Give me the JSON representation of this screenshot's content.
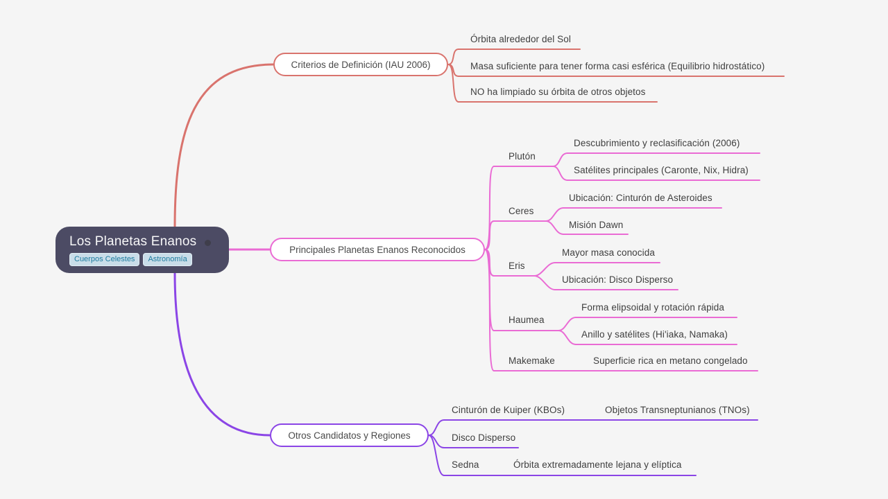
{
  "colors": {
    "background": "#f5f5f5",
    "root_bg": "#4c4b64",
    "coral": "#d9736d",
    "pink": "#ea6bd4",
    "purple": "#8b45e6",
    "tag_bg": "#c9dde9",
    "tag_text": "#1a7a9e",
    "text": "#3e3e3e"
  },
  "root": {
    "title": "Los Planetas Enanos",
    "tags": [
      "Cuerpos Celestes",
      "Astronomía"
    ]
  },
  "branches": [
    {
      "label": "Criterios de Definición (IAU 2006)",
      "children": [
        {
          "text": "Órbita alrededor del Sol"
        },
        {
          "text": "Masa suficiente para tener forma casi esférica (Equilibrio hidrostático)"
        },
        {
          "text": "NO ha limpiado su órbita de otros objetos"
        }
      ]
    },
    {
      "label": "Principales Planetas Enanos Reconocidos",
      "children": [
        {
          "label": "Plutón",
          "children": [
            {
              "text": "Descubrimiento y reclasificación (2006)"
            },
            {
              "text": "Satélites principales (Caronte, Nix, Hidra)"
            }
          ]
        },
        {
          "label": "Ceres",
          "children": [
            {
              "text": "Ubicación: Cinturón de Asteroides"
            },
            {
              "text": "Misión Dawn"
            }
          ]
        },
        {
          "label": "Eris",
          "children": [
            {
              "text": "Mayor masa conocida"
            },
            {
              "text": "Ubicación: Disco Disperso"
            }
          ]
        },
        {
          "label": "Haumea",
          "children": [
            {
              "text": "Forma elipsoidal y rotación rápida"
            },
            {
              "text": "Anillo y satélites (Hi'iaka, Namaka)"
            }
          ]
        },
        {
          "label": "Makemake",
          "children": [
            {
              "text": "Superficie rica en metano congelado"
            }
          ]
        }
      ]
    },
    {
      "label": "Otros Candidatos y Regiones",
      "children": [
        {
          "label": "Cinturón de Kuiper (KBOs)",
          "children": [
            {
              "text": "Objetos Transneptunianos (TNOs)"
            }
          ]
        },
        {
          "label": "Disco Disperso",
          "children": []
        },
        {
          "label": "Sedna",
          "children": [
            {
              "text": "Órbita extremadamente lejana y elíptica"
            }
          ]
        }
      ]
    }
  ]
}
